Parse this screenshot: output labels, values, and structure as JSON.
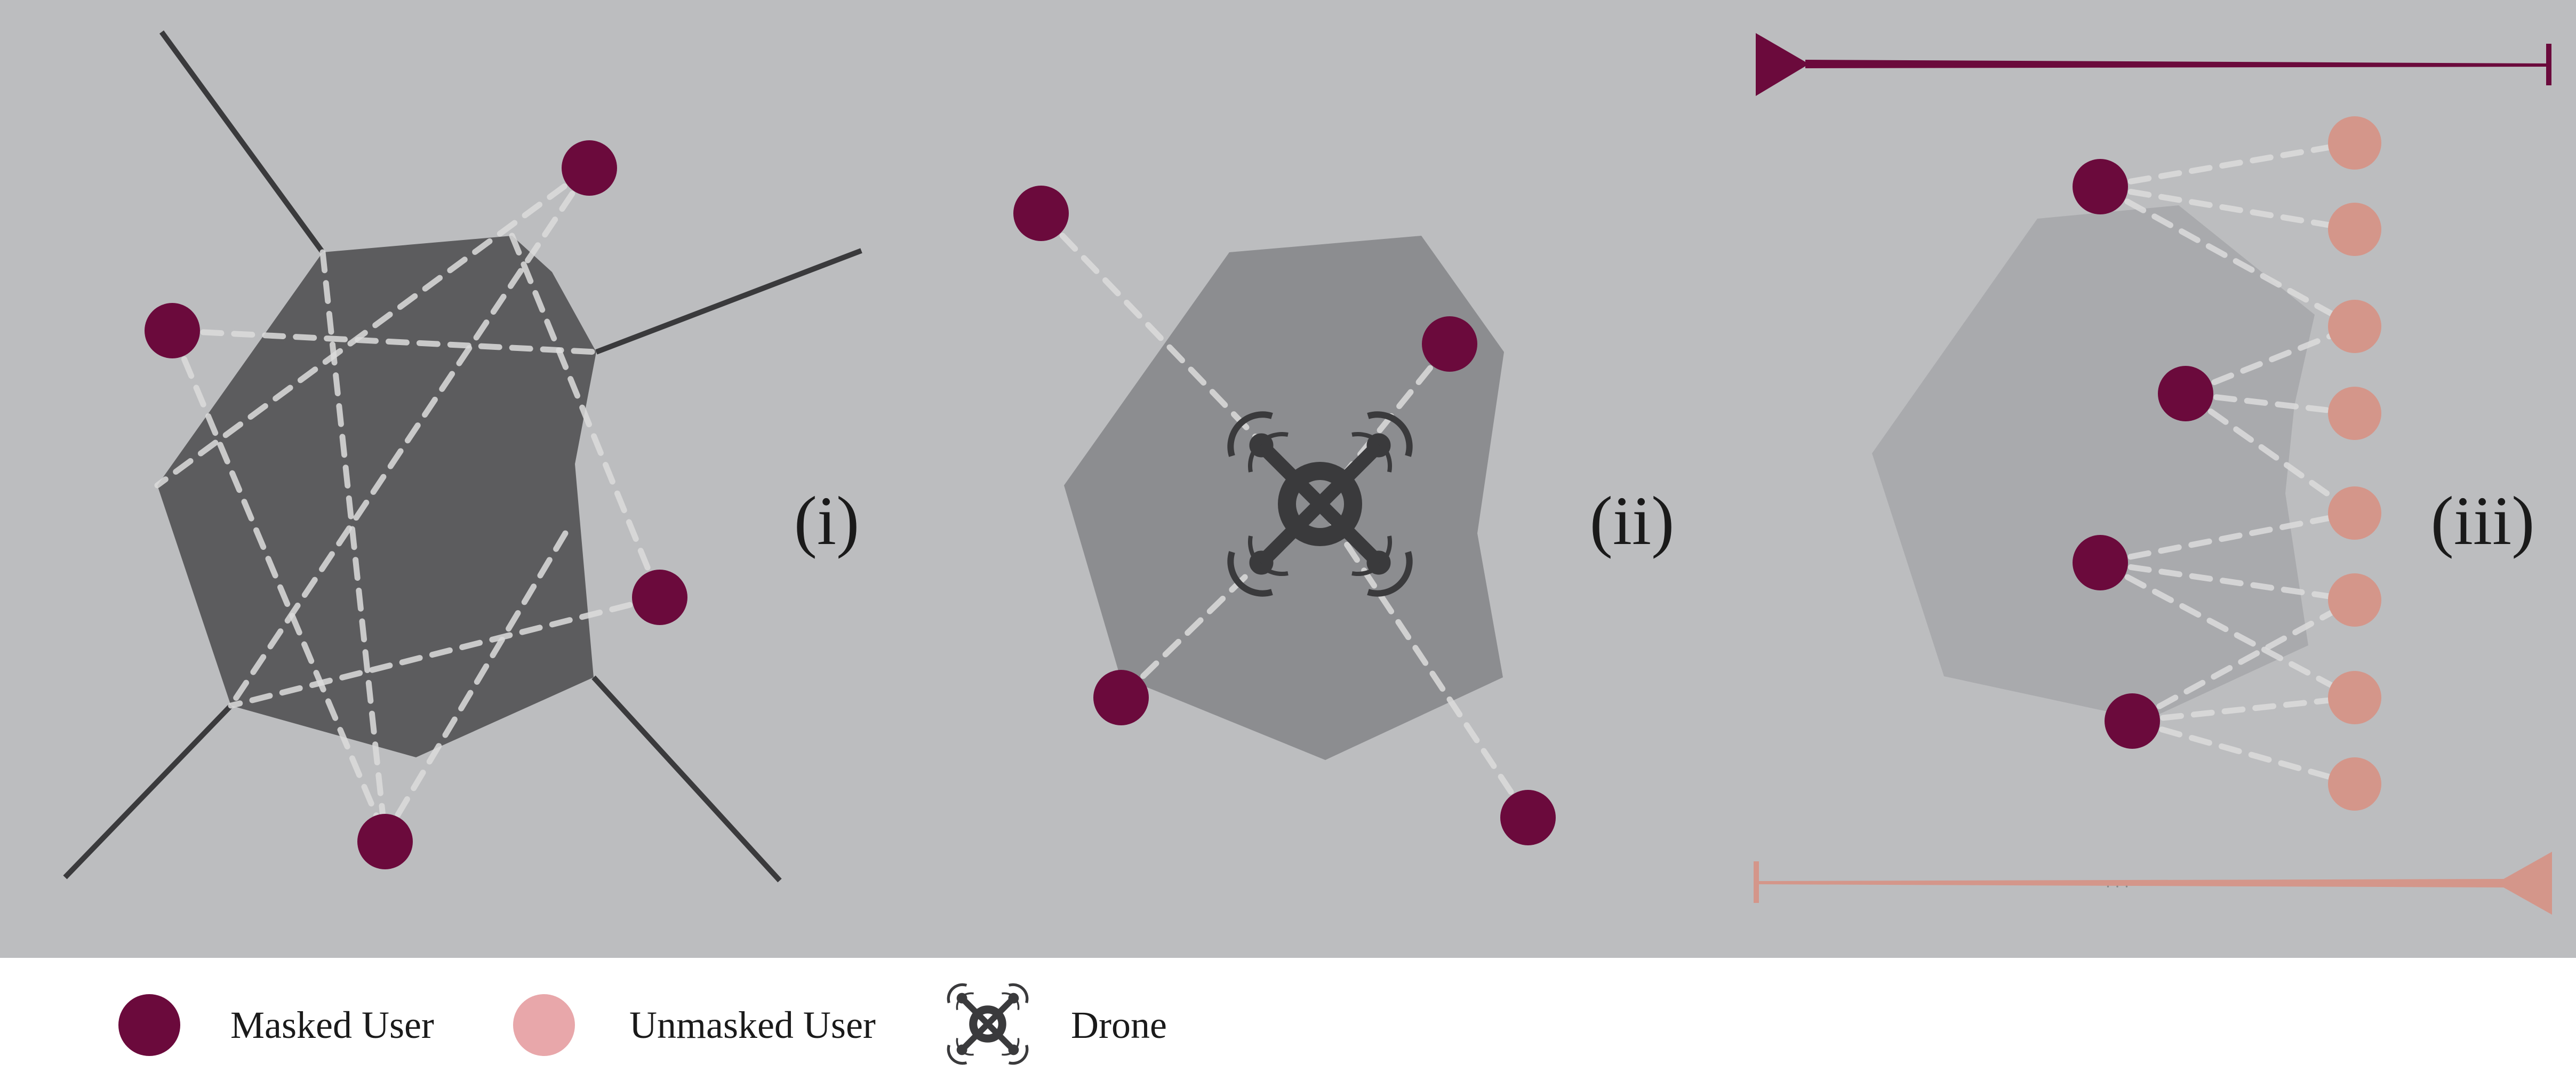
{
  "colors": {
    "background": "#bcbdbf",
    "legend_background": "#ffffff",
    "masked_user": "#6b0a3c",
    "unmasked_user": "#e8a7aa",
    "unmasked_user_panel": "#d4968a",
    "dark_region": "#5c5c5e",
    "mid_region": "#8c8d90",
    "light_region": "#a9aaad",
    "voronoi_edge": "#3a3a3c",
    "link_dashed": "#dcdcdc",
    "drone": "#3a3a3c",
    "top_arrow": "#6b0a3c",
    "bottom_arrow": "#d4968a"
  },
  "panels": [
    {
      "id": "i",
      "label": "(i)"
    },
    {
      "id": "ii",
      "label": "(ii)"
    },
    {
      "id": "iii",
      "label": "(iii)"
    }
  ],
  "panel_iii_ellipsis": "· · ·",
  "legend": {
    "items": [
      {
        "icon": "masked-user-icon",
        "label": "Masked User"
      },
      {
        "icon": "unmasked-user-icon",
        "label": "Unmasked User"
      },
      {
        "icon": "drone-icon",
        "label": "Drone"
      }
    ]
  }
}
